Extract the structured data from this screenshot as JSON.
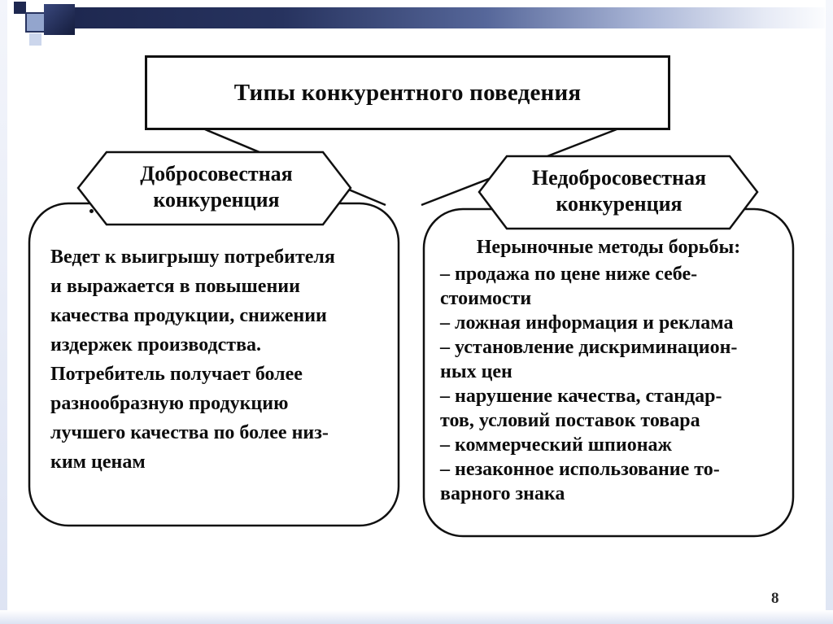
{
  "colors": {
    "accent_navy": "#1e2850",
    "diagram_ink": "#101010",
    "background": "#ffffff"
  },
  "slide": {
    "page_number": "8"
  },
  "diagram": {
    "title": "Типы конкурентного поведения",
    "left": {
      "heading": "Добросовестная\nконкуренция",
      "body": "Ведет к выигрышу потребителя\nи выражается в повышении\nкачества продукции, снижении\nиздержек производства.\nПотребитель получает более\nразнообразную продукцию\nлучшего качества по более низ-\nким ценам"
    },
    "right": {
      "heading": "Недобросовестная\nконкуренция",
      "list_title": "Нерыночные методы борьбы:",
      "body": "– продажа по цене ниже себе-\nстоимости\n– ложная информация и реклама\n– установление дискриминацион-\nных цен\n– нарушение качества, стандар-\nтов, условий поставок товара\n– коммерческий шпионаж\n– незаконное использование то-\nварного знака"
    }
  }
}
